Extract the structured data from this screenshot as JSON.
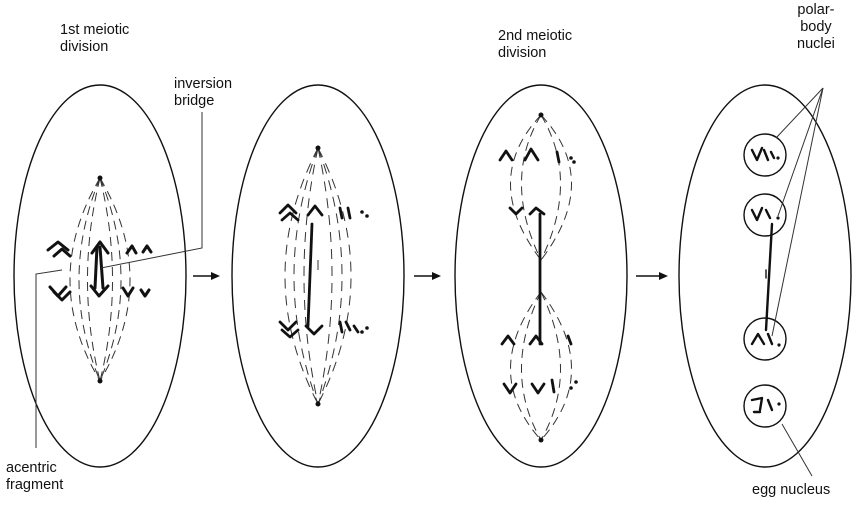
{
  "labels": {
    "first_division": [
      "1st meiotic",
      "division"
    ],
    "inversion_bridge": [
      "inversion",
      "bridge"
    ],
    "second_division": [
      "2nd meiotic",
      "division"
    ],
    "polar_body_nuclei": [
      "polar-",
      "body",
      "nuclei"
    ],
    "acentric_fragment": [
      "acentric",
      "fragment"
    ],
    "egg_nucleus": "egg nucleus"
  },
  "colors": {
    "line": "#111111",
    "background": "#ffffff"
  }
}
